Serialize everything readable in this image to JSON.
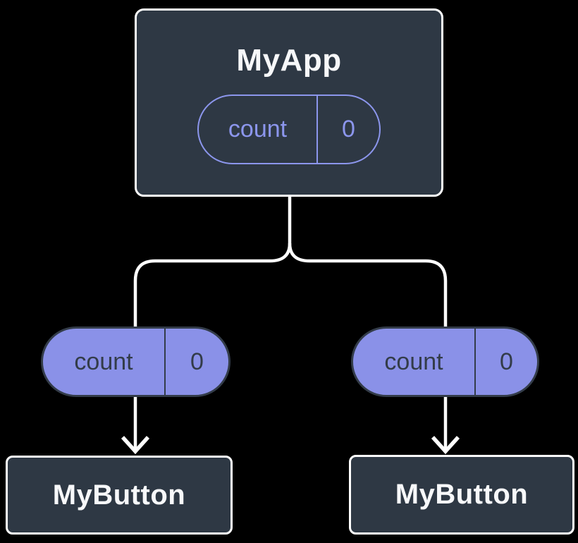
{
  "diagram": {
    "type": "component-tree",
    "background": "#000000",
    "connector_color": "#FFFFFF",
    "colors": {
      "card_background": "#2E3844",
      "card_border": "#FFFFFF",
      "card_text": "#F7F8FA",
      "prop_pill_fill": "#8A91E8",
      "prop_pill_dark": "#333C49",
      "state_pill_outline": "#8C96ED"
    },
    "root": {
      "title": "MyApp",
      "state_pill": {
        "name": "count",
        "value": "0"
      }
    },
    "props": [
      {
        "name": "count",
        "value": "0"
      },
      {
        "name": "count",
        "value": "0"
      }
    ],
    "children": [
      {
        "title": "MyButton"
      },
      {
        "title": "MyButton"
      }
    ]
  }
}
